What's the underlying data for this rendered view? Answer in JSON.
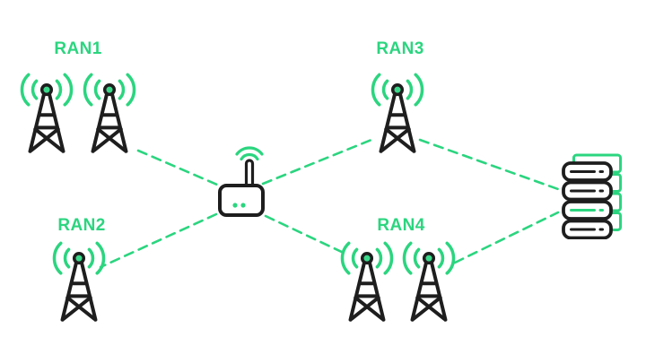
{
  "diagram_type": "network-topology",
  "colors": {
    "accent_green": "#2bd57f",
    "node_dot_green": "#3bda8a",
    "line_black": "#1e1e1e",
    "background": "#ffffff"
  },
  "labels": {
    "ran1": "RAN1",
    "ran2": "RAN2",
    "ran3": "RAN3",
    "ran4": "RAN4"
  },
  "nodes": {
    "ran1": {
      "label": "RAN1",
      "icon": "radio-tower-icon",
      "tower_count": 2
    },
    "ran2": {
      "label": "RAN2",
      "icon": "radio-tower-icon",
      "tower_count": 1
    },
    "ran3": {
      "label": "RAN3",
      "icon": "radio-tower-icon",
      "tower_count": 1
    },
    "ran4": {
      "label": "RAN4",
      "icon": "radio-tower-icon",
      "tower_count": 2
    },
    "router": {
      "icon": "wireless-router-icon"
    },
    "servers": {
      "icon": "server-stack-icon",
      "unit_count": 4,
      "highlighted_unit": 3
    }
  },
  "connections": [
    {
      "from": "ran1",
      "to": "router",
      "style": "dashed-green"
    },
    {
      "from": "ran2",
      "to": "router",
      "style": "dashed-green"
    },
    {
      "from": "ran3",
      "to": "router",
      "style": "dashed-green"
    },
    {
      "from": "ran4",
      "to": "router",
      "style": "dashed-green"
    },
    {
      "from": "ran3",
      "to": "servers",
      "style": "dashed-green"
    },
    {
      "from": "ran4",
      "to": "servers",
      "style": "dashed-green"
    }
  ]
}
